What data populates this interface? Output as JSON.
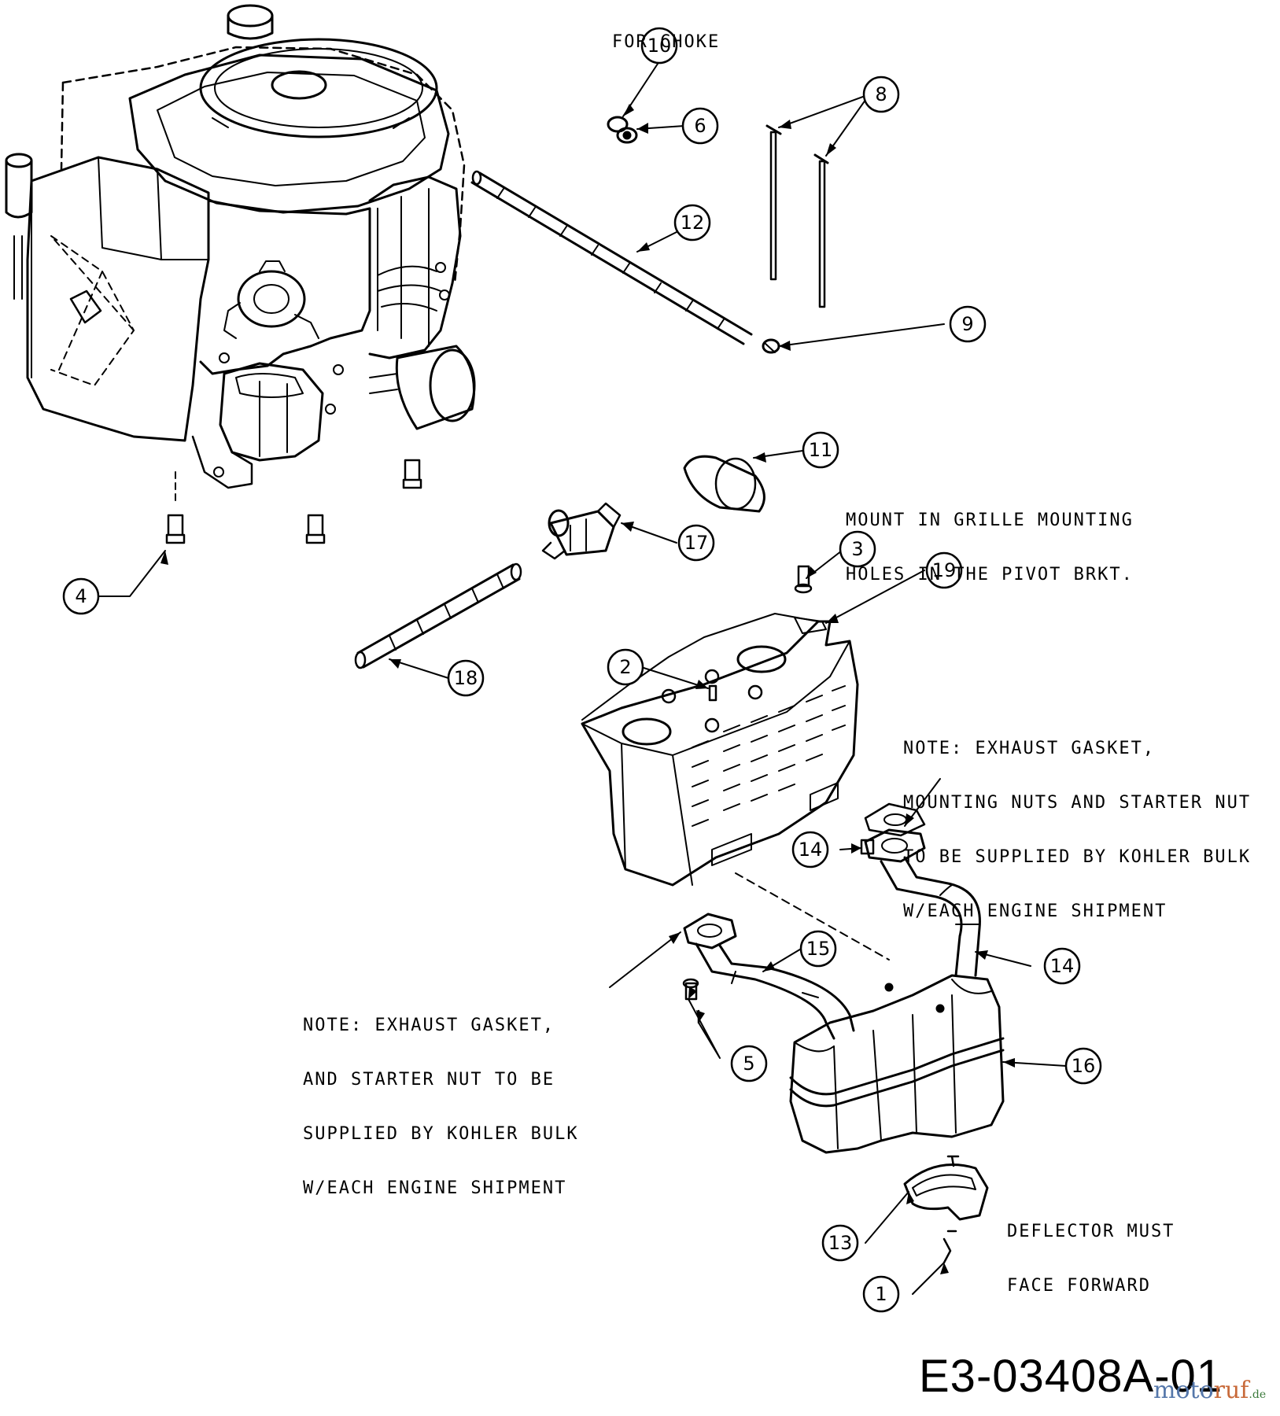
{
  "notes": {
    "choke": "FOR CHOKE",
    "mount_grille": [
      "MOUNT IN GRILLE MOUNTING",
      "HOLES IN THE PIVOT BRKT."
    ],
    "exhaust_gasket_upper": [
      "NOTE: EXHAUST GASKET,",
      "MOUNTING NUTS AND STARTER NUT",
      "TO BE SUPPLIED BY KOHLER BULK",
      "W/EACH ENGINE SHIPMENT"
    ],
    "exhaust_gasket_lower": [
      "NOTE: EXHAUST GASKET,",
      "AND STARTER NUT TO BE",
      "SUPPLIED BY KOHLER BULK",
      "W/EACH ENGINE SHIPMENT"
    ],
    "deflector": [
      "DEFLECTOR MUST",
      "FACE FORWARD"
    ]
  },
  "drawing_id": "E3-03408A-01",
  "watermark": {
    "part1": "moto",
    "part2": "ruf",
    "part3": ".de"
  },
  "callouts": [
    {
      "id": "c10",
      "label": "10"
    },
    {
      "id": "c6",
      "label": "6"
    },
    {
      "id": "c8",
      "label": "8"
    },
    {
      "id": "c12",
      "label": "12"
    },
    {
      "id": "c9",
      "label": "9"
    },
    {
      "id": "c11",
      "label": "11"
    },
    {
      "id": "c17",
      "label": "17"
    },
    {
      "id": "c4",
      "label": "4"
    },
    {
      "id": "c3",
      "label": "3"
    },
    {
      "id": "c19",
      "label": "19"
    },
    {
      "id": "c2",
      "label": "2"
    },
    {
      "id": "c18",
      "label": "18"
    },
    {
      "id": "c14a",
      "label": "14"
    },
    {
      "id": "c15",
      "label": "15"
    },
    {
      "id": "c14b",
      "label": "14"
    },
    {
      "id": "c5",
      "label": "5"
    },
    {
      "id": "c16",
      "label": "16"
    },
    {
      "id": "c13",
      "label": "13"
    },
    {
      "id": "c1",
      "label": "1"
    }
  ]
}
